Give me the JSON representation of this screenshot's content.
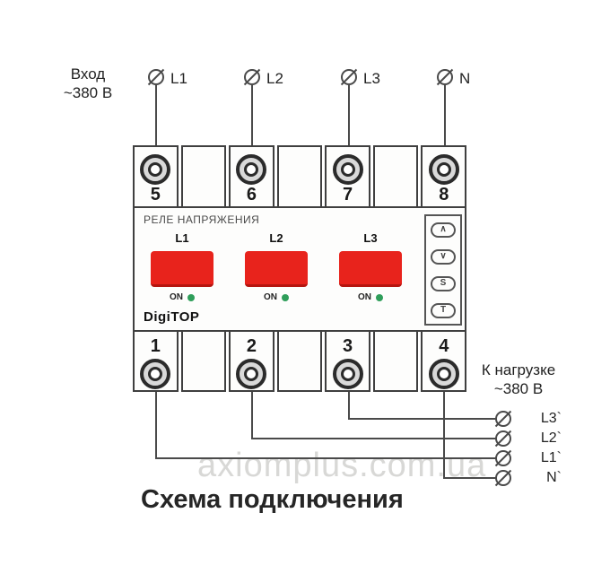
{
  "page": {
    "title": "Схема подключения",
    "watermark": "axiomplus.com.ua"
  },
  "input": {
    "caption_line1": "Вход",
    "caption_line2": "~380 В",
    "terminals": [
      "L1",
      "L2",
      "L3",
      "N"
    ]
  },
  "device": {
    "panel_title": "РЕЛЕ НАПРЯЖЕНИЯ",
    "brand": "DigiTOP",
    "top_terminals": [
      "5",
      "6",
      "7",
      "8"
    ],
    "bottom_terminals": [
      "1",
      "2",
      "3",
      "4"
    ],
    "displays": [
      {
        "label": "L1",
        "status": "ON"
      },
      {
        "label": "L2",
        "status": "ON"
      },
      {
        "label": "L3",
        "status": "ON"
      }
    ],
    "buttons": [
      "∧",
      "∨",
      "S",
      "T"
    ],
    "colors": {
      "display_red": "#e8231c",
      "status_led_green": "#2f9e5a",
      "wire": "#4a4a4a"
    }
  },
  "output": {
    "caption_line1": "К нагрузке",
    "caption_line2": "~380 В",
    "terminals": [
      "L3`",
      "L2`",
      "L1`",
      "N`"
    ]
  }
}
